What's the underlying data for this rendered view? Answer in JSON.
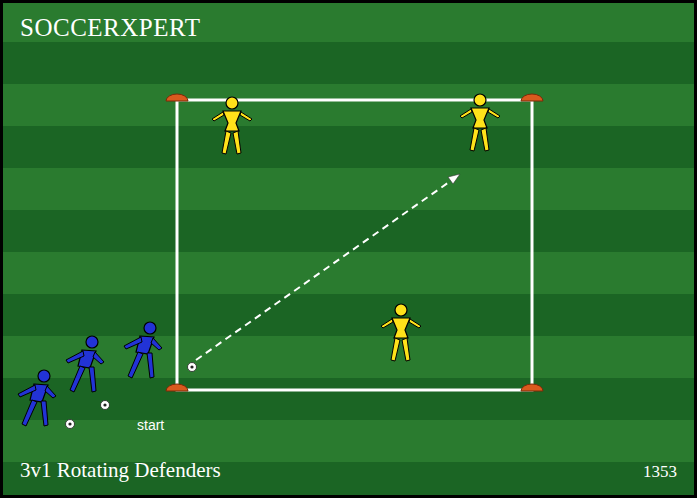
{
  "diagram": {
    "caption": "3v1 Rotating Defenders",
    "labels": [
      "SOCCERXPERT",
      "start",
      "1353"
    ]
  }
}
